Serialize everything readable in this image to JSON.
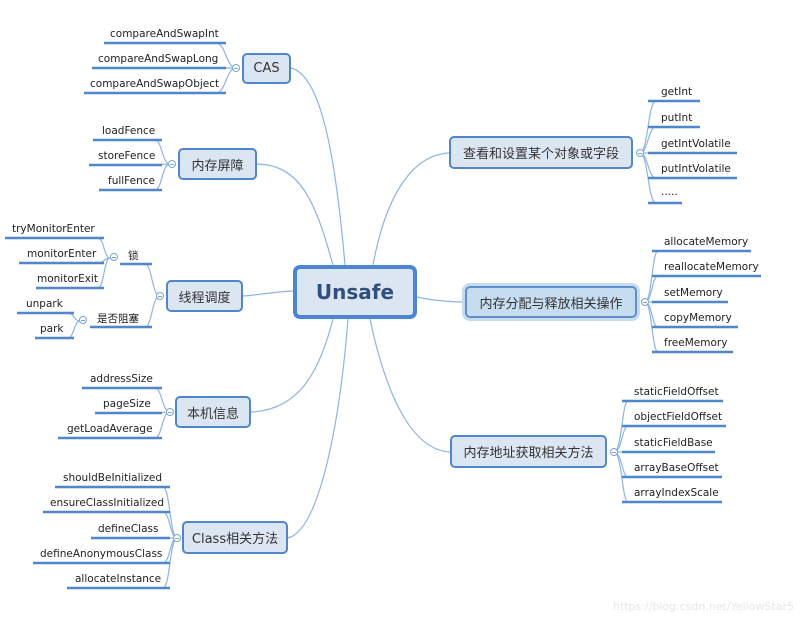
{
  "root": {
    "label": "Unsafe"
  },
  "left_branches": [
    {
      "label": "CAS",
      "children": [
        "compareAndSwapInt",
        "compareAndSwapLong",
        "compareAndSwapObject"
      ]
    },
    {
      "label": "内存屏障",
      "children": [
        "loadFence",
        "storeFence",
        "fullFence"
      ]
    },
    {
      "label": "线程调度",
      "groups": [
        {
          "label": "锁",
          "children": [
            "tryMonitorEnter",
            "monitorEnter",
            "monitorExit"
          ]
        },
        {
          "label": "是否阻塞",
          "children": [
            "unpark",
            "park"
          ]
        }
      ]
    },
    {
      "label": "本机信息",
      "children": [
        "addressSize",
        "pageSize",
        "getLoadAverage"
      ]
    },
    {
      "label": "Class相关方法",
      "children": [
        "shouldBeInitialized",
        "ensureClassInitialized",
        "defineClass",
        "defineAnonymousClass",
        "allocateInstance"
      ]
    }
  ],
  "right_branches": [
    {
      "label": "查看和设置某个对象或字段",
      "children": [
        "getInt",
        "putInt",
        "getIntVolatile",
        "putIntVolatile",
        "....."
      ]
    },
    {
      "label": "内存分配与释放相关操作",
      "selected": true,
      "children": [
        "allocateMemory",
        "reallocateMemory",
        "setMemory",
        "copyMemory",
        "freeMemory"
      ]
    },
    {
      "label": "内存地址获取相关方法",
      "children": [
        "staticFieldOffset",
        "objectFieldOffset",
        "staticFieldBase",
        "arrayBaseOffset",
        "arrayIndexScale"
      ]
    }
  ],
  "watermark": "https://blog.csdn.net/YellowStar5",
  "colors": {
    "line": "#4f86cc",
    "curve": "#8db4e6",
    "node_fill": "#dce6f2",
    "selected_fill": "#c6dcef"
  }
}
